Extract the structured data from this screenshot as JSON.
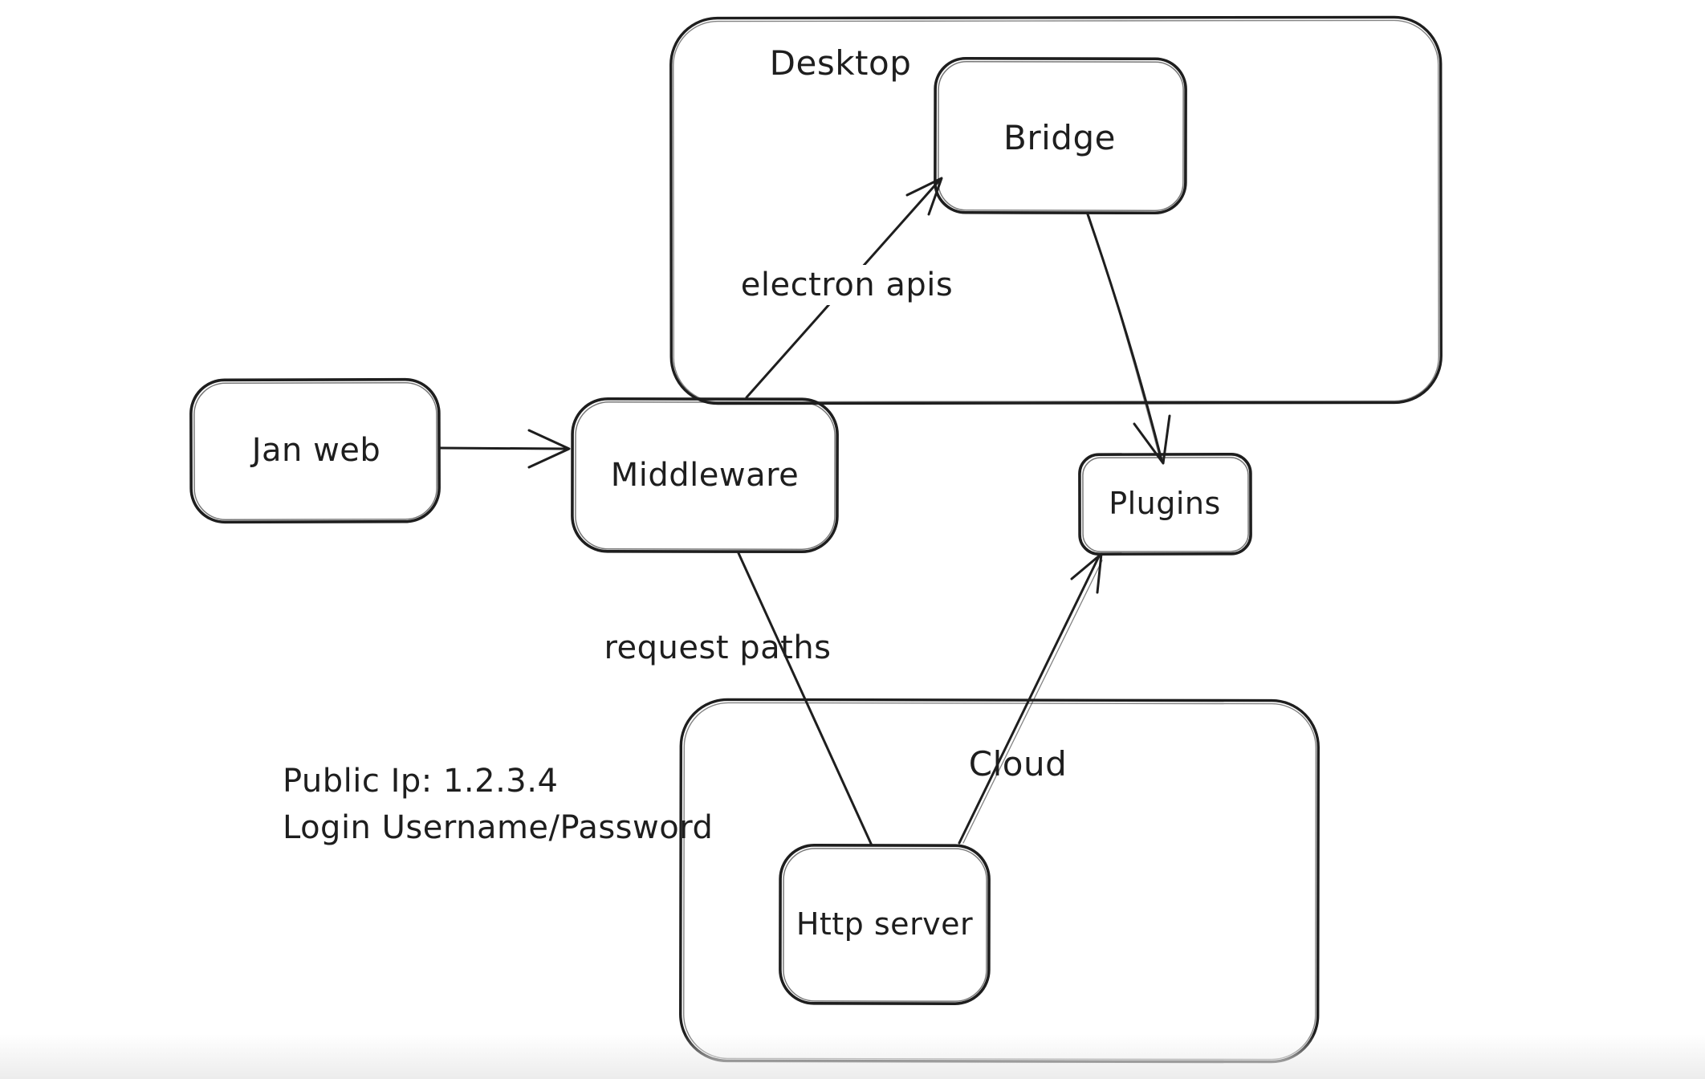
{
  "diagram": {
    "canvas": {
      "background": "#ffffff",
      "stroke": "#1e1e1e",
      "bottom_fade": "#ececec"
    },
    "nodes": [
      {
        "id": "desktop",
        "label": "Desktop",
        "kind": "container"
      },
      {
        "id": "bridge",
        "label": "Bridge",
        "kind": "box"
      },
      {
        "id": "jan-web",
        "label": "Jan web",
        "kind": "box"
      },
      {
        "id": "middleware",
        "label": "Middleware",
        "kind": "box"
      },
      {
        "id": "plugins",
        "label": "Plugins",
        "kind": "box"
      },
      {
        "id": "cloud",
        "label": "Cloud",
        "kind": "container"
      },
      {
        "id": "http-server",
        "label": "Http server",
        "kind": "box"
      }
    ],
    "edges": [
      {
        "id": "jan-web->middleware",
        "from": "jan-web",
        "to": "middleware",
        "label": "",
        "arrowhead": "end"
      },
      {
        "id": "middleware->bridge",
        "from": "middleware",
        "to": "bridge",
        "label": "electron apis",
        "arrowhead": "end"
      },
      {
        "id": "bridge->plugins",
        "from": "bridge",
        "to": "plugins",
        "label": "",
        "arrowhead": "end"
      },
      {
        "id": "middleware->http-server",
        "from": "middleware",
        "to": "http-server",
        "label": "request paths",
        "arrowhead": "none"
      },
      {
        "id": "http-server->plugins",
        "from": "http-server",
        "to": "plugins",
        "label": "",
        "arrowhead": "end"
      }
    ],
    "annotations": [
      {
        "text": "Public Ip: 1.2.3.4"
      },
      {
        "text": "Login Username/Password"
      }
    ]
  }
}
